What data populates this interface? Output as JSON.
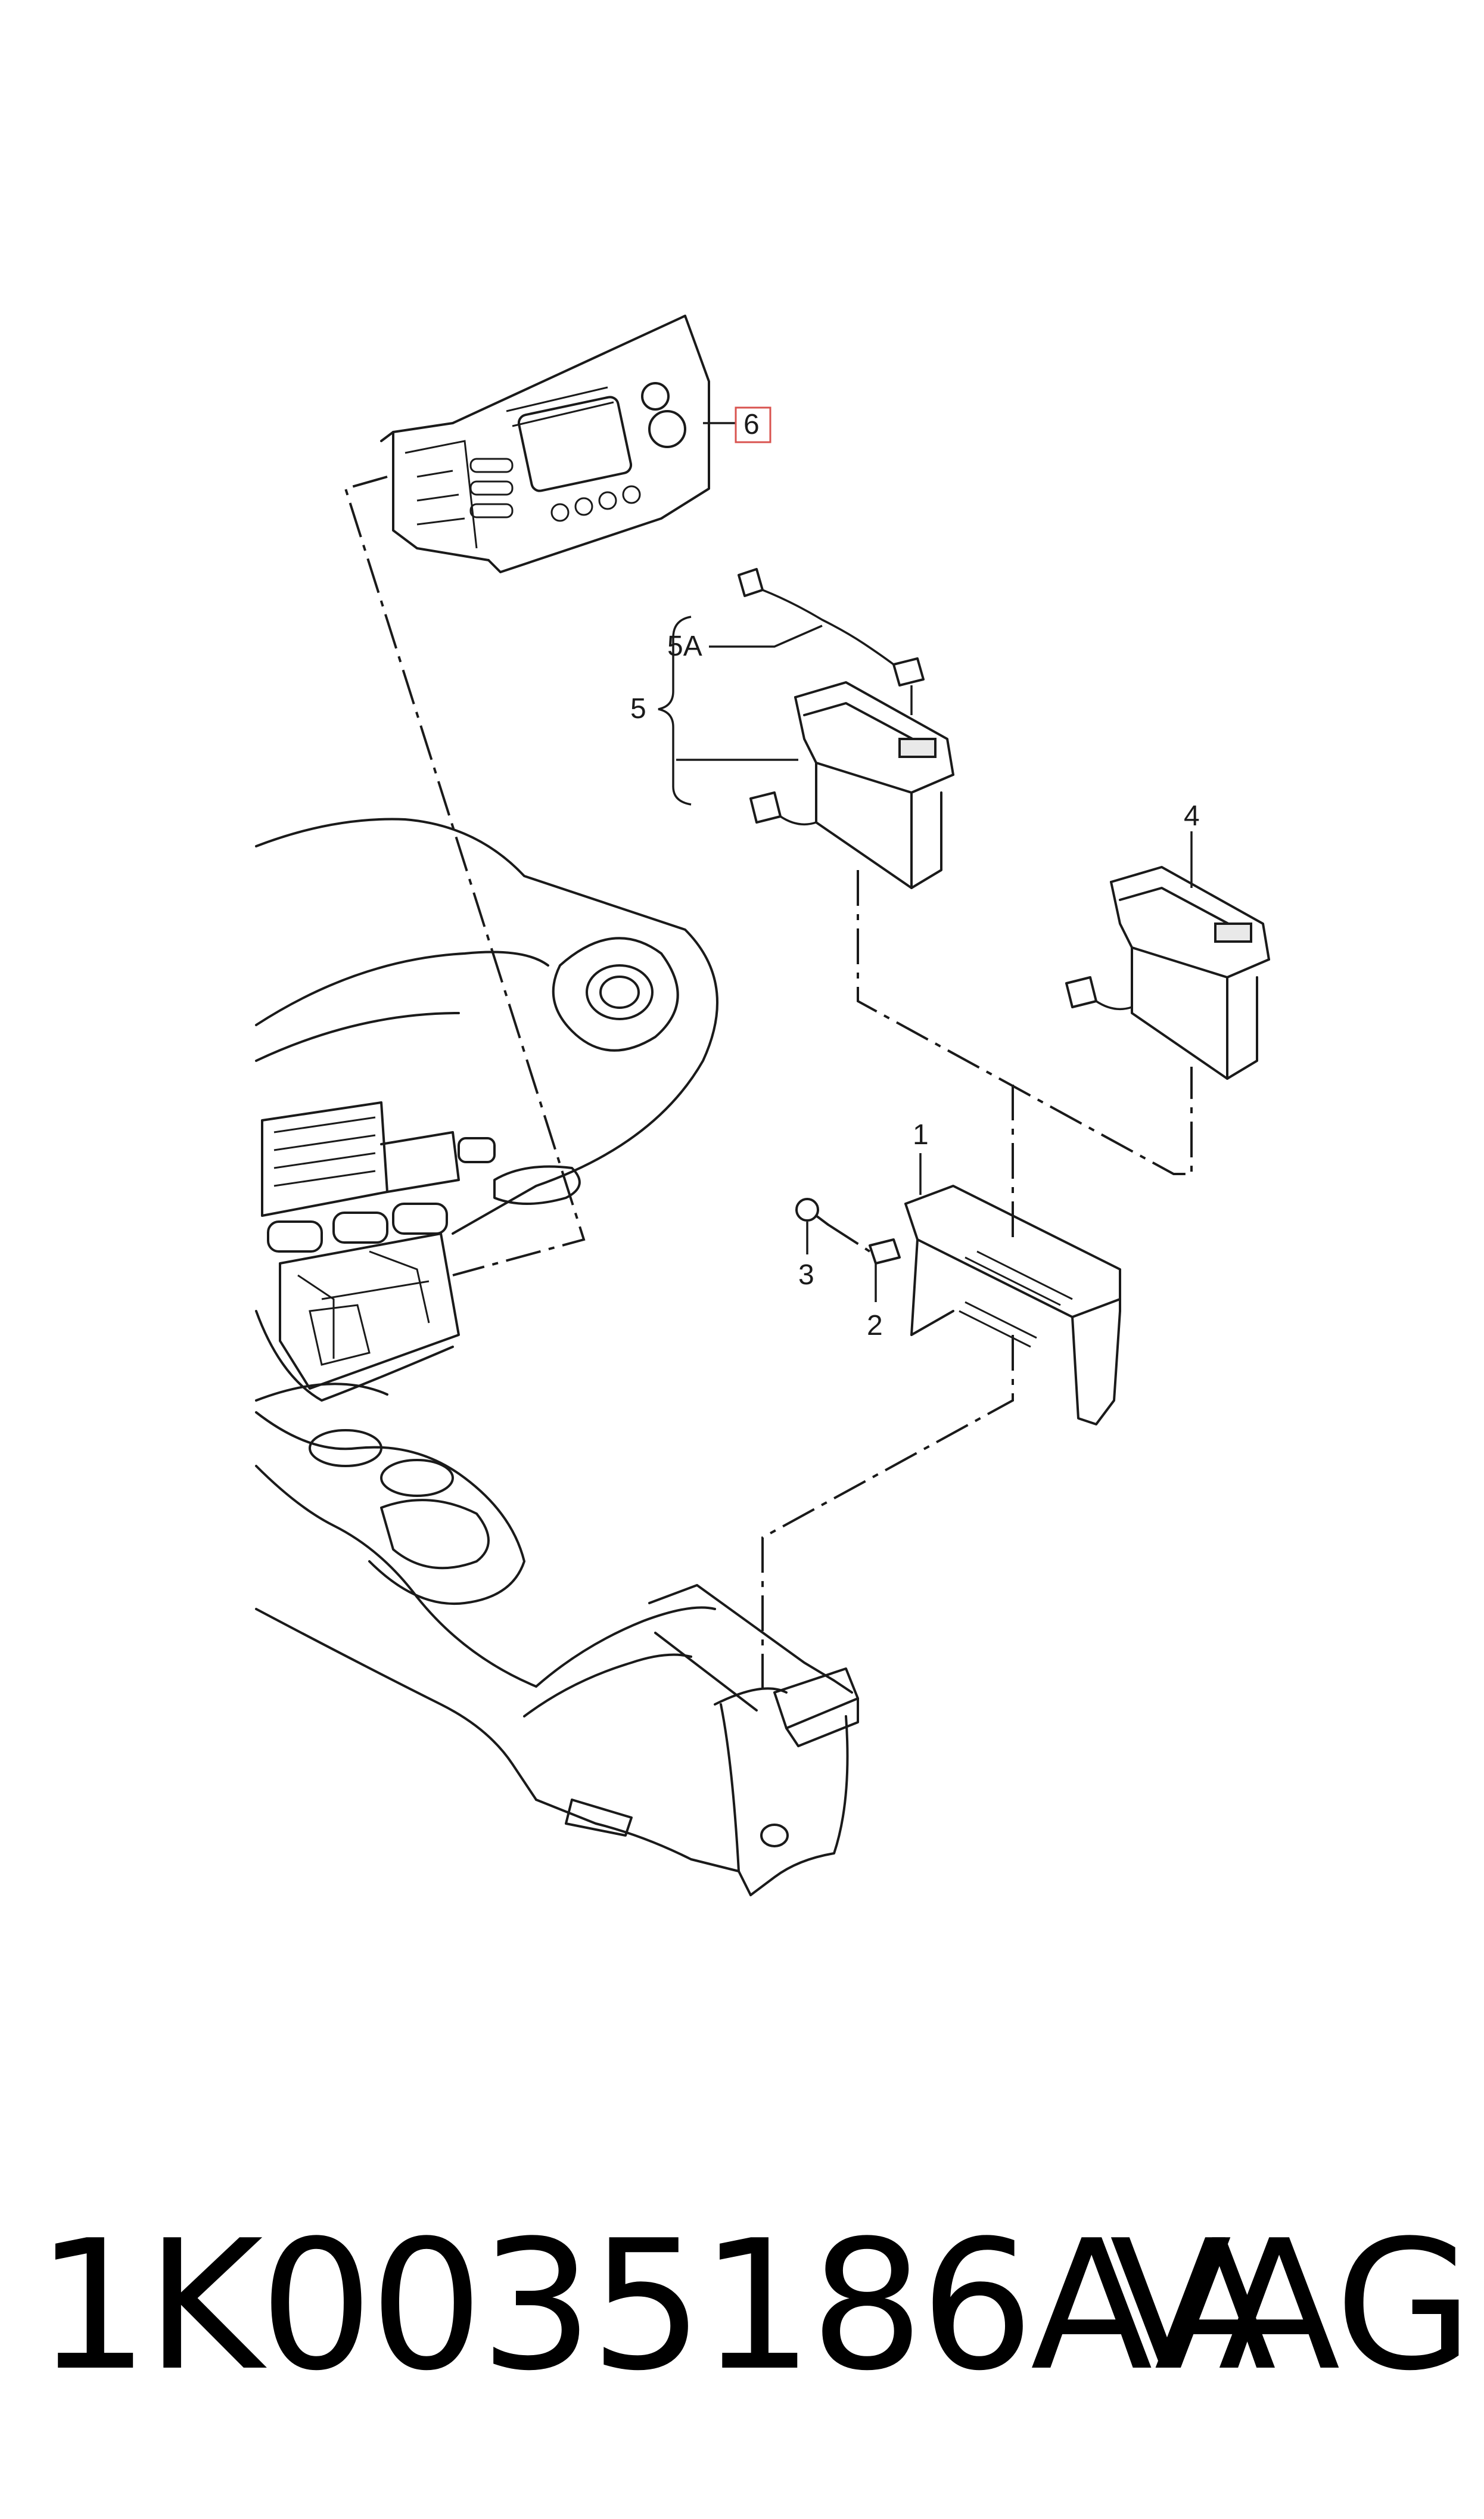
{
  "callouts": {
    "item_1": "1",
    "item_2": "2",
    "item_3": "3",
    "item_4": "4",
    "item_5": "5",
    "item_5a": "5A",
    "item_6": "6"
  },
  "highlight_color": "#d9534f",
  "footer": {
    "part_number": "1K0035186AA",
    "brand": "VAG"
  }
}
